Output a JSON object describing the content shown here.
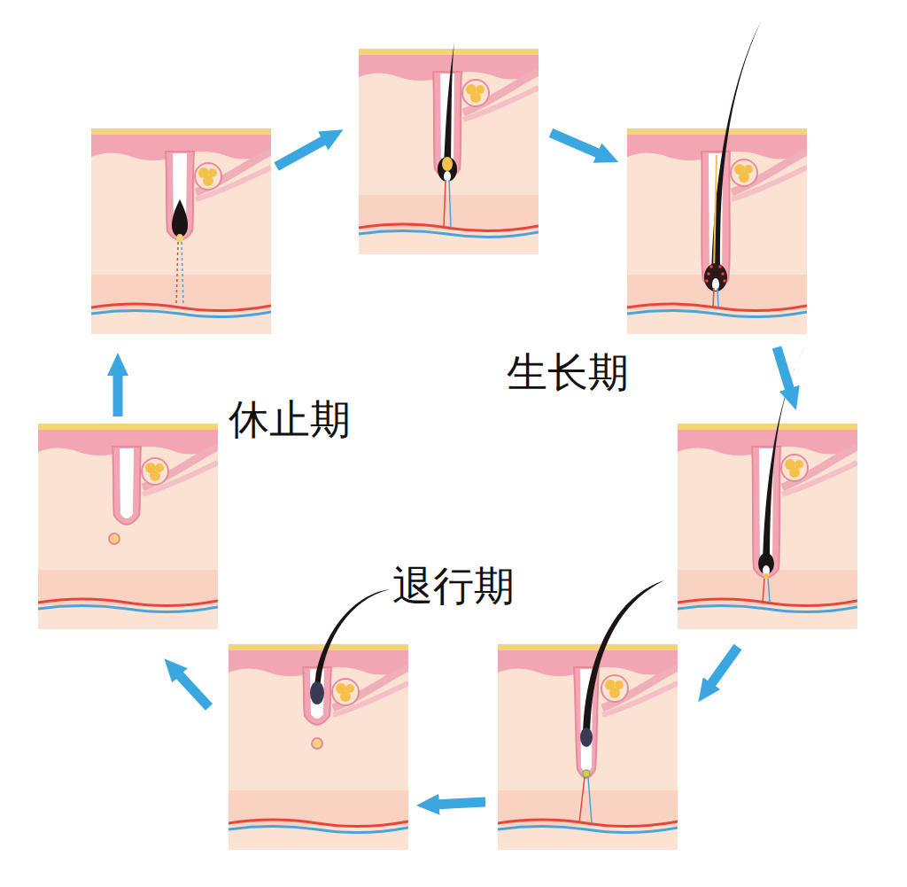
{
  "diagram": {
    "labels": [
      "生长期",
      "休止期",
      "退行期"
    ]
  }
}
